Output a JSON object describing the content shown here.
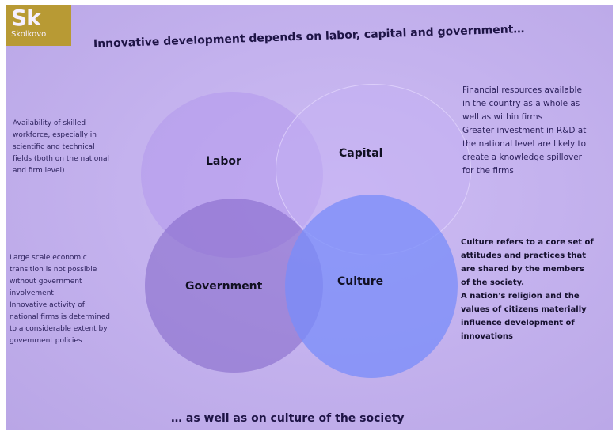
{
  "logo": {
    "mark": "Sk",
    "name": "Skolkovo"
  },
  "title": "Innovative development depends on labor, capital and government…",
  "footer": "… as well as on culture of the society",
  "circles": {
    "labor": "Labor",
    "capital": "Capital",
    "government": "Government",
    "culture": "Culture"
  },
  "labor_text": [
    "Availability of skilled",
    "workforce, especially in",
    "scientific and technical",
    "fields (both on the national",
    "and firm level)"
  ],
  "capital_text": [
    "Financial resources available",
    "in the country as a whole as",
    "well as within firms",
    "Greater investment  in R&D at",
    "the national level are likely to",
    "create a knowledge  spillover",
    "for the firms"
  ],
  "government_text": [
    "Large scale economic",
    "transition is not possible",
    "without government",
    "involvement",
    "Innovative activity of",
    "national firms is determined",
    "to a considerable extent by",
    "government policies"
  ],
  "culture_text": [
    "Culture refers to a core set of",
    "attitudes and practices that",
    "are shared by the members",
    "of the society.",
    "A nation's religion and the",
    "values of citizens materially",
    "influence development of",
    "innovations"
  ]
}
